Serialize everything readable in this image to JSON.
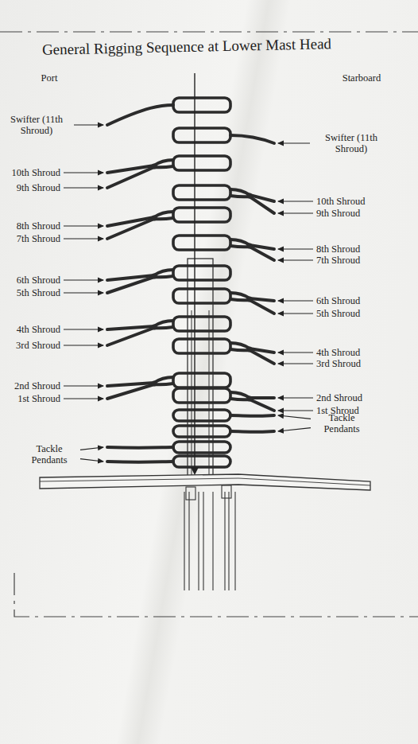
{
  "diagram": {
    "title": "General Rigging Sequence at Lower Mast Head",
    "labels": [
      "Port",
      "Starboard",
      "Swifter (11th Shroud)",
      "Swifter (11th Shroud)",
      "10th Shroud",
      "9th Shroud",
      "10th Shroud",
      "9th Shroud",
      "8th Shroud",
      "7th Shroud",
      "8th Shroud",
      "7th Shroud",
      "6th Shroud",
      "5th Shroud",
      "6th Shroud",
      "5th Shroud",
      "4th Shroud",
      "3rd Shroud",
      "4th Shroud",
      "3rd Shroud",
      "2nd Shroud",
      "1st Shroud",
      "2nd Shroud",
      "1st Shroud",
      "Tackle Pendants",
      "Tackle Pendants"
    ]
  }
}
